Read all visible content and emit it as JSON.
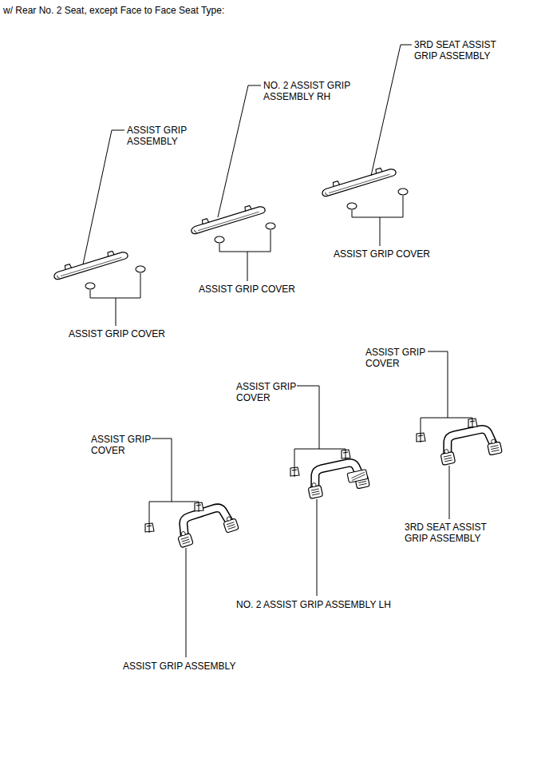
{
  "diagram": {
    "title": "w/ Rear No. 2 Seat, except Face to Face Seat Type:",
    "labels": [
      "ASSIST GRIP ASSEMBLY",
      "NO. 2 ASSIST GRIP ASSEMBLY RH",
      "3RD SEAT ASSIST GRIP ASSEMBLY",
      "ASSIST GRIP COVER",
      "ASSIST GRIP COVER",
      "ASSIST GRIP COVER",
      "ASSIST GRIP COVER",
      "ASSIST GRIP COVER",
      "ASSIST GRIP COVER",
      "3RD SEAT ASSIST GRIP ASSEMBLY",
      "NO. 2 ASSIST GRIP ASSEMBLY LH",
      "ASSIST GRIP ASSEMBLY"
    ]
  }
}
